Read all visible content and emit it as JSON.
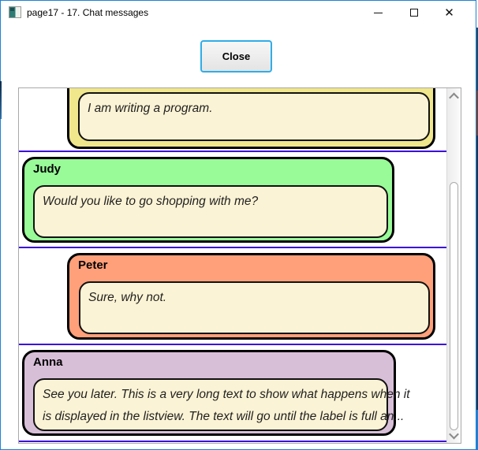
{
  "window": {
    "title": "page17 - 17. Chat messages",
    "controls": {
      "minimize_icon": "minimize-dash",
      "maximize_icon": "maximize-square",
      "close_glyph": "✕"
    }
  },
  "dialog": {
    "close_label": "Close"
  },
  "chat": {
    "message_bubble_color": "#FBF3D5",
    "separator_color": "#3A09D9",
    "items": [
      {
        "lines": [
          "I am writing a program."
        ],
        "bubble_color": "#F0E68C"
      },
      {
        "name": "Judy",
        "lines": [
          "Would you like to go shopping with me?"
        ],
        "bubble_color": "#98FB98"
      },
      {
        "name": "Peter",
        "lines": [
          "Sure, why not."
        ],
        "bubble_color": "#FFA07A"
      },
      {
        "name": "Anna",
        "lines": [
          "See you later. This is a very long text to show what happens when it",
          "is displayed in the listview. The text will go until the label is full an..."
        ],
        "bubble_color": "#D8BFD8"
      }
    ],
    "scrollbar": {
      "up_icon": "chevron-up",
      "down_icon": "chevron-down"
    }
  }
}
